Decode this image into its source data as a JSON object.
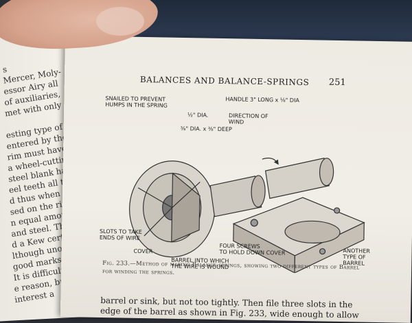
{
  "page": {
    "running_head": "BALANCES AND BALANCE-SPRINGS",
    "page_number": "251"
  },
  "left_page": {
    "lines": [
      "s",
      "Mercer, Moly-",
      "essor Airy all",
      "of auxiliaries,",
      "met with only",
      "",
      "esting type of",
      "entered by the",
      "rim must have",
      "a wheel-cutting",
      "steel blank had",
      "eel teeth all the",
      "d thus when the",
      "sed on the rim",
      "n equal amount",
      "and steel. This",
      "d a Kew certifi-",
      "lthough unortho-",
      "good marks for",
      "It is difficult",
      "e reason, but",
      "interest a"
    ]
  },
  "figure": {
    "labels": {
      "snailed": "SNAILED TO PREVENT\nHUMPS IN THE SPRING",
      "half_dia": "½\" DIA.",
      "three_eighths": "⅜\" DIA. x ⅜\" DEEP",
      "handle": "HANDLE 3\" LONG x ⅛\" DIA",
      "direction": "DIRECTION OF\nWIND",
      "slots": "SLOTS TO TAKE\nENDS OF WIRE",
      "cover": "COVER",
      "four_screws": "FOUR SCREWS\nTO HOLD DOWN COVER",
      "barrel": "BARREL INTO WHICH\nTHE WIRE IS WOUND",
      "another": "ANOTHER\nTYPE OF\nBARREL"
    }
  },
  "caption": {
    "text": "Fig. 233.—Method of making Balance-springs, showing two different types of Barrel for winding the springs."
  },
  "body": {
    "line1": "barrel or sink, but not too tightly. Then file three slots in the",
    "line2": "edge of the barrel as shown in Fig. 233, wide enough to allow"
  }
}
